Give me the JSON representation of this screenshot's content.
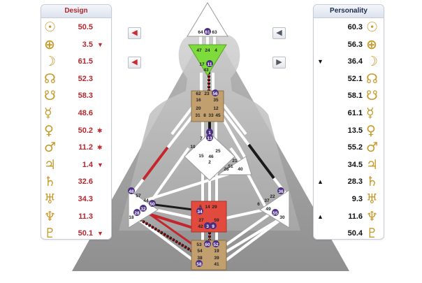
{
  "design": {
    "header": "Design",
    "rows": [
      {
        "planet": "sun-icon",
        "glyph": "☉",
        "value": "50.5",
        "mark": ""
      },
      {
        "planet": "earth-icon",
        "glyph": "⊕",
        "value": "3.5",
        "mark": "▼"
      },
      {
        "planet": "moon-icon",
        "glyph": "☽",
        "value": "61.5",
        "mark": ""
      },
      {
        "planet": "north-node-icon",
        "glyph": "☊",
        "value": "52.3",
        "mark": ""
      },
      {
        "planet": "south-node-icon",
        "glyph": "☋",
        "value": "58.3",
        "mark": ""
      },
      {
        "planet": "mercury-icon",
        "glyph": "☿",
        "value": "48.6",
        "mark": ""
      },
      {
        "planet": "venus-icon",
        "glyph": "♀",
        "value": "50.2",
        "mark": "✱"
      },
      {
        "planet": "mars-icon",
        "glyph": "♂",
        "value": "11.2",
        "mark": "✱"
      },
      {
        "planet": "jupiter-icon",
        "glyph": "♃",
        "value": "1.4",
        "mark": "▼"
      },
      {
        "planet": "saturn-icon",
        "glyph": "♄",
        "value": "32.6",
        "mark": ""
      },
      {
        "planet": "uranus-icon",
        "glyph": "♅",
        "value": "34.3",
        "mark": ""
      },
      {
        "planet": "neptune-icon",
        "glyph": "♆",
        "value": "11.3",
        "mark": ""
      },
      {
        "planet": "pluto-icon",
        "glyph": "♇",
        "value": "50.1",
        "mark": "▼"
      }
    ]
  },
  "personality": {
    "header": "Personality",
    "rows": [
      {
        "planet": "sun-icon",
        "glyph": "☉",
        "value": "60.3",
        "mark": ""
      },
      {
        "planet": "earth-icon",
        "glyph": "⊕",
        "value": "56.3",
        "mark": ""
      },
      {
        "planet": "moon-icon",
        "glyph": "☽",
        "value": "36.4",
        "mark": "▼"
      },
      {
        "planet": "north-node-icon",
        "glyph": "☊",
        "value": "52.1",
        "mark": ""
      },
      {
        "planet": "south-node-icon",
        "glyph": "☋",
        "value": "58.1",
        "mark": ""
      },
      {
        "planet": "mercury-icon",
        "glyph": "☿",
        "value": "61.1",
        "mark": ""
      },
      {
        "planet": "venus-icon",
        "glyph": "♀",
        "value": "13.5",
        "mark": ""
      },
      {
        "planet": "mars-icon",
        "glyph": "♂",
        "value": "55.2",
        "mark": ""
      },
      {
        "planet": "jupiter-icon",
        "glyph": "♃",
        "value": "34.5",
        "mark": ""
      },
      {
        "planet": "saturn-icon",
        "glyph": "♄",
        "value": "28.3",
        "mark": "▲"
      },
      {
        "planet": "uranus-icon",
        "glyph": "♅",
        "value": "9.3",
        "mark": ""
      },
      {
        "planet": "neptune-icon",
        "glyph": "♆",
        "value": "11.6",
        "mark": "▲"
      },
      {
        "planet": "pluto-icon",
        "glyph": "♇",
        "value": "50.4",
        "mark": ""
      }
    ]
  },
  "nav": {
    "design_prev_icon": "arrow-left-icon",
    "design_next_icon": "arrow-left-icon",
    "personality_prev_icon": "arrow-left-icon",
    "personality_next_icon": "arrow-right-icon",
    "left_glyph": "◀",
    "right_glyph": "▶"
  },
  "colors": {
    "design_red": "#c1272d",
    "personality_black": "#111111",
    "center_defined": "#c19f6e",
    "ajna_green": "#7ddc3c",
    "spleen_red": "#e24a3e",
    "gate_circle": "#4b2e83"
  },
  "bodygraph": {
    "head": {
      "gates": [
        "64",
        "61",
        "63"
      ],
      "highlight": [
        "61"
      ]
    },
    "ajna": {
      "gates": [
        "47",
        "24",
        "4",
        "17",
        "11",
        "43"
      ],
      "highlight": [
        "11"
      ]
    },
    "throat": {
      "gates": [
        "62",
        "23",
        "56",
        "16",
        "35",
        "20",
        "12",
        "31",
        "8",
        "33",
        "45"
      ],
      "highlight": [
        "56"
      ]
    },
    "g_center": {
      "gates": [
        "1",
        "13",
        "7",
        "10",
        "25",
        "15",
        "46",
        "2"
      ],
      "highlight": [
        "1",
        "13"
      ]
    },
    "heart": {
      "gates": [
        "21",
        "51",
        "26",
        "40"
      ]
    },
    "spleen": {
      "gates": [
        "48",
        "57",
        "44",
        "50",
        "32",
        "28",
        "18"
      ],
      "highlight": [
        "48",
        "50",
        "32",
        "28"
      ]
    },
    "solar_plexus": {
      "gates": [
        "36",
        "22",
        "37",
        "6",
        "49",
        "55",
        "30"
      ],
      "highlight": [
        "36",
        "55"
      ]
    },
    "sacral": {
      "gates": [
        "5",
        "14",
        "29",
        "34",
        "27",
        "59",
        "42",
        "3",
        "9"
      ],
      "highlight": [
        "34",
        "3",
        "9"
      ]
    },
    "root": {
      "gates": [
        "53",
        "60",
        "52",
        "54",
        "19",
        "38",
        "39",
        "58",
        "41"
      ],
      "highlight": [
        "60",
        "52",
        "58"
      ]
    }
  }
}
